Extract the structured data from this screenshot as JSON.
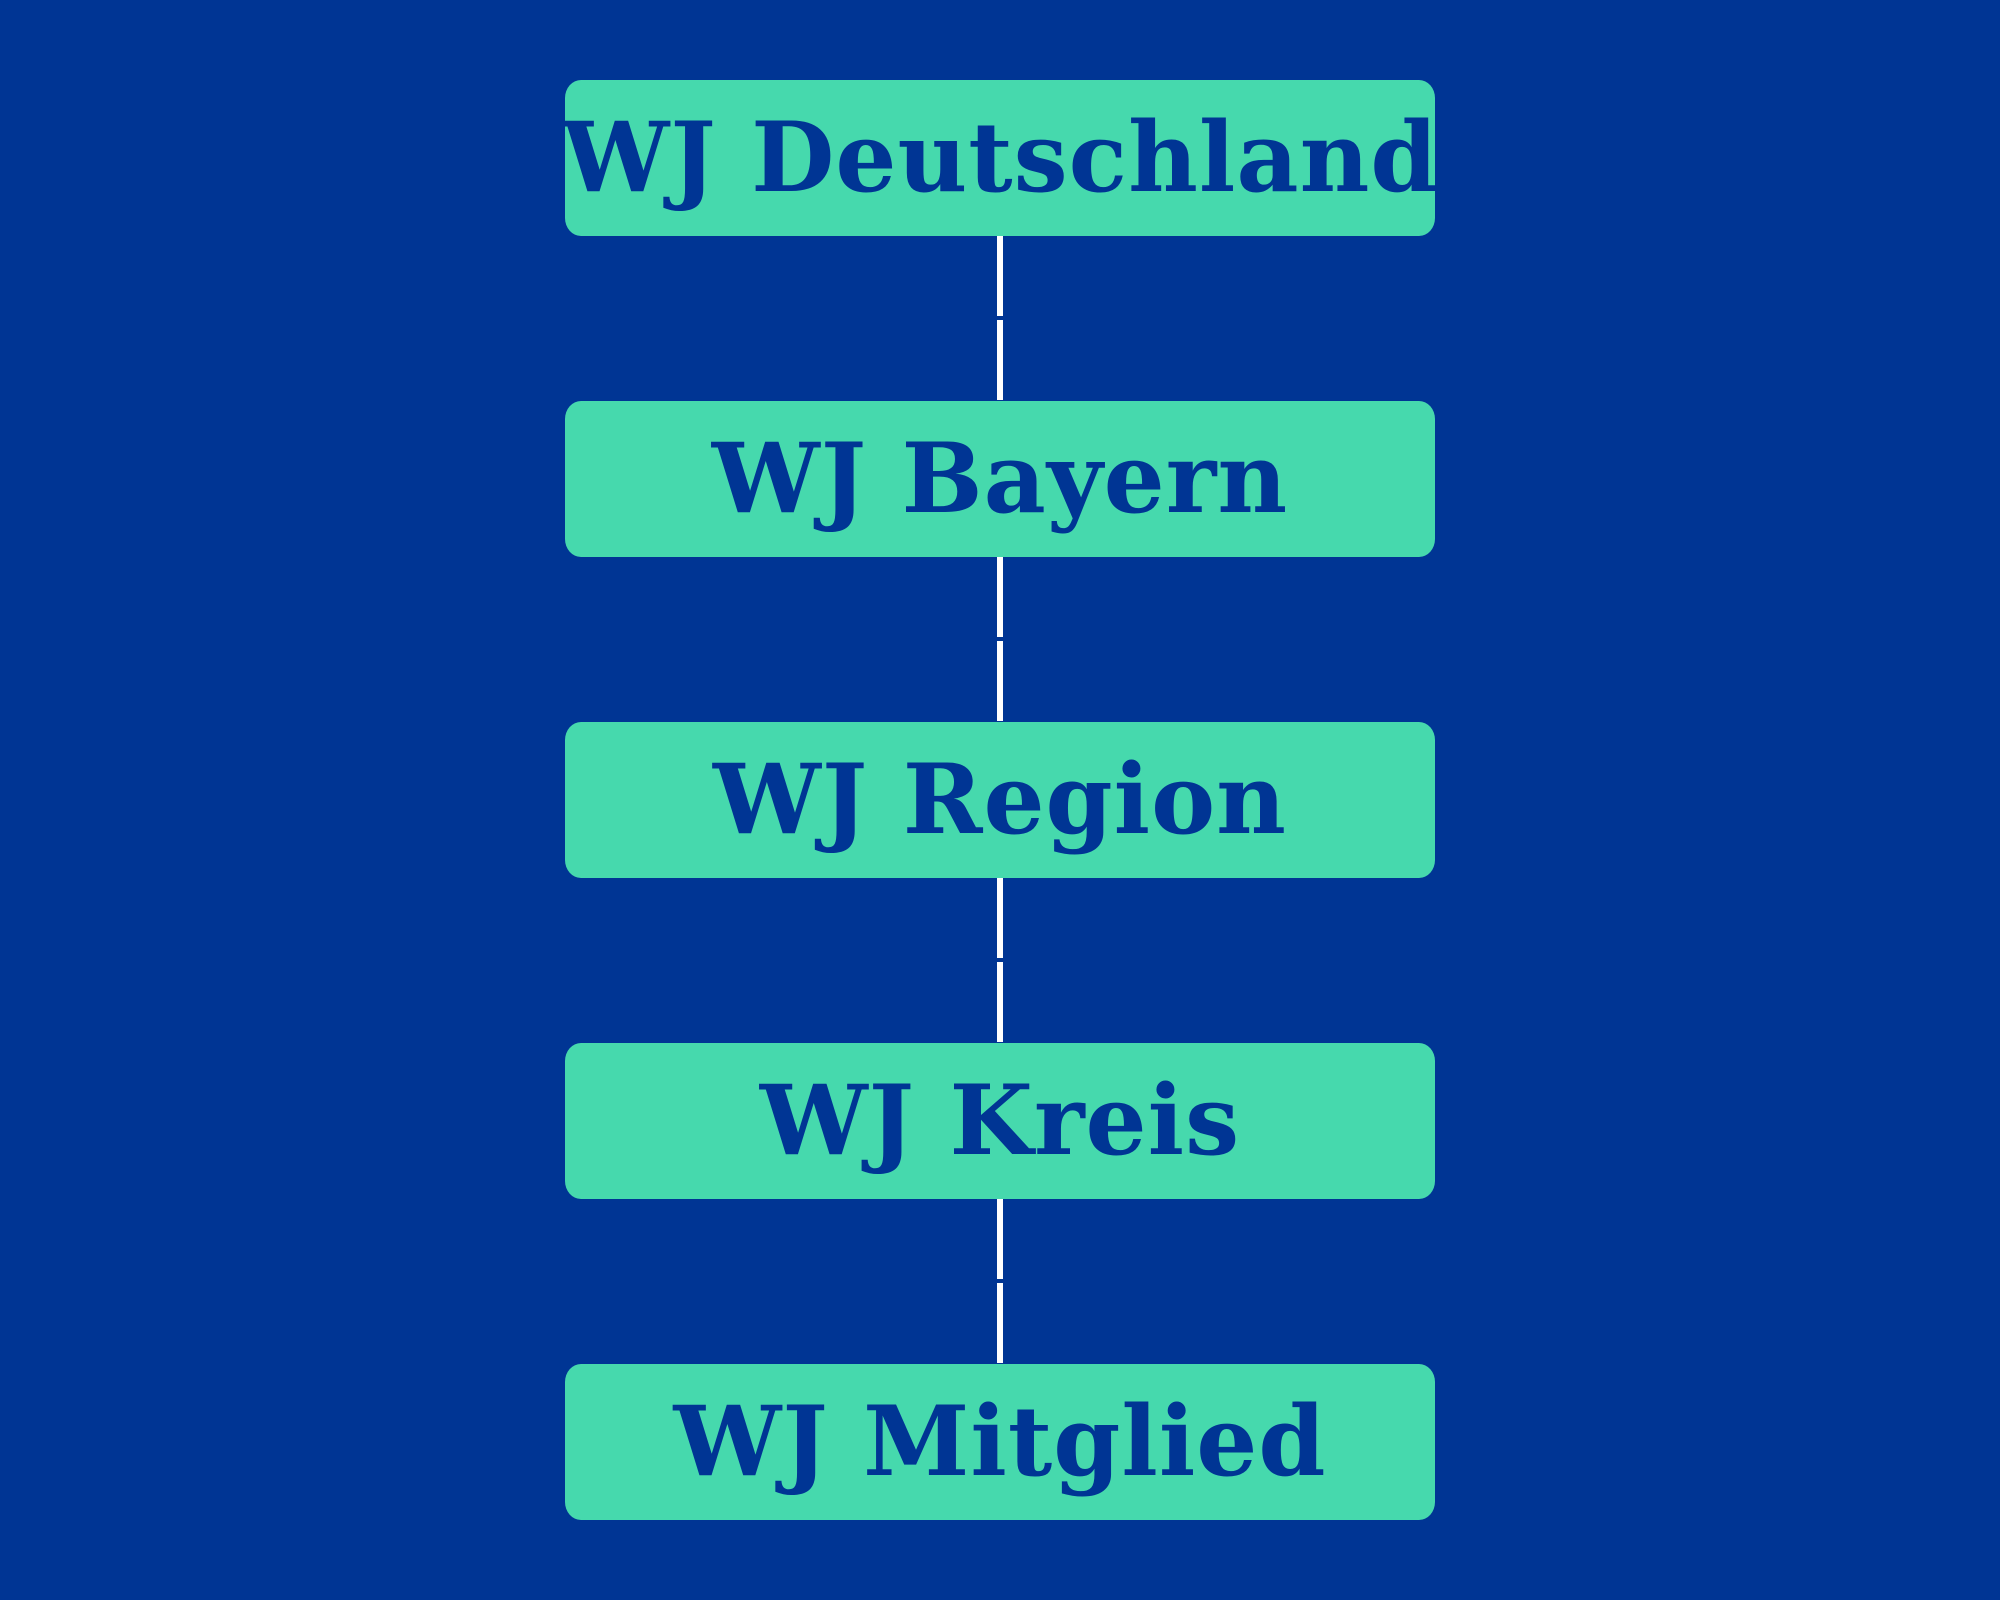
{
  "colors": {
    "background": "#003594",
    "node_fill": "#46d9ad",
    "node_text": "#003594",
    "connector": "#ffffff"
  },
  "nodes": [
    {
      "label": "WJ Deutschland"
    },
    {
      "label": "WJ Bayern"
    },
    {
      "label": "WJ Region"
    },
    {
      "label": "WJ Kreis"
    },
    {
      "label": "WJ Mitglied"
    }
  ]
}
